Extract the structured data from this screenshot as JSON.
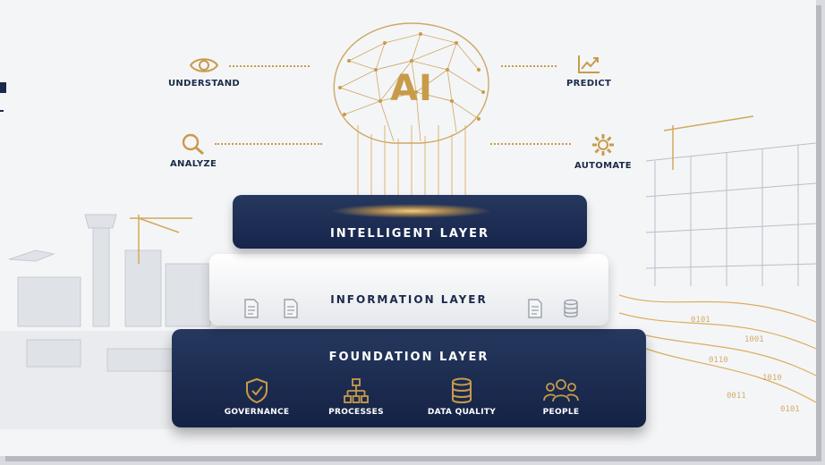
{
  "center": {
    "label": "AI"
  },
  "features": {
    "understand": {
      "label": "UNDERSTAND",
      "icon": "eye-icon"
    },
    "analyze": {
      "label": "ANALYZE",
      "icon": "magnifier-icon"
    },
    "predict": {
      "label": "PREDICT",
      "icon": "trend-chart-icon"
    },
    "automate": {
      "label": "AUTOMATE",
      "icon": "gear-icon"
    }
  },
  "layers": {
    "intelligent": {
      "title": "INTELLIGENT LAYER"
    },
    "information": {
      "title": "INFORMATION LAYER",
      "icons": [
        "document-icon",
        "document-icon",
        "document-icon",
        "database-icon"
      ]
    },
    "foundation": {
      "title": "FOUNDATION LAYER",
      "items": [
        {
          "label": "GOVERNANCE",
          "icon": "shield-check-icon"
        },
        {
          "label": "PROCESSES",
          "icon": "hierarchy-icon"
        },
        {
          "label": "DATA QUALITY",
          "icon": "database-icon"
        },
        {
          "label": "PEOPLE",
          "icon": "people-icon"
        }
      ]
    }
  },
  "colors": {
    "navy": "#1b2a4a",
    "gold": "#c89b4a",
    "background": "#f4f5f7"
  }
}
